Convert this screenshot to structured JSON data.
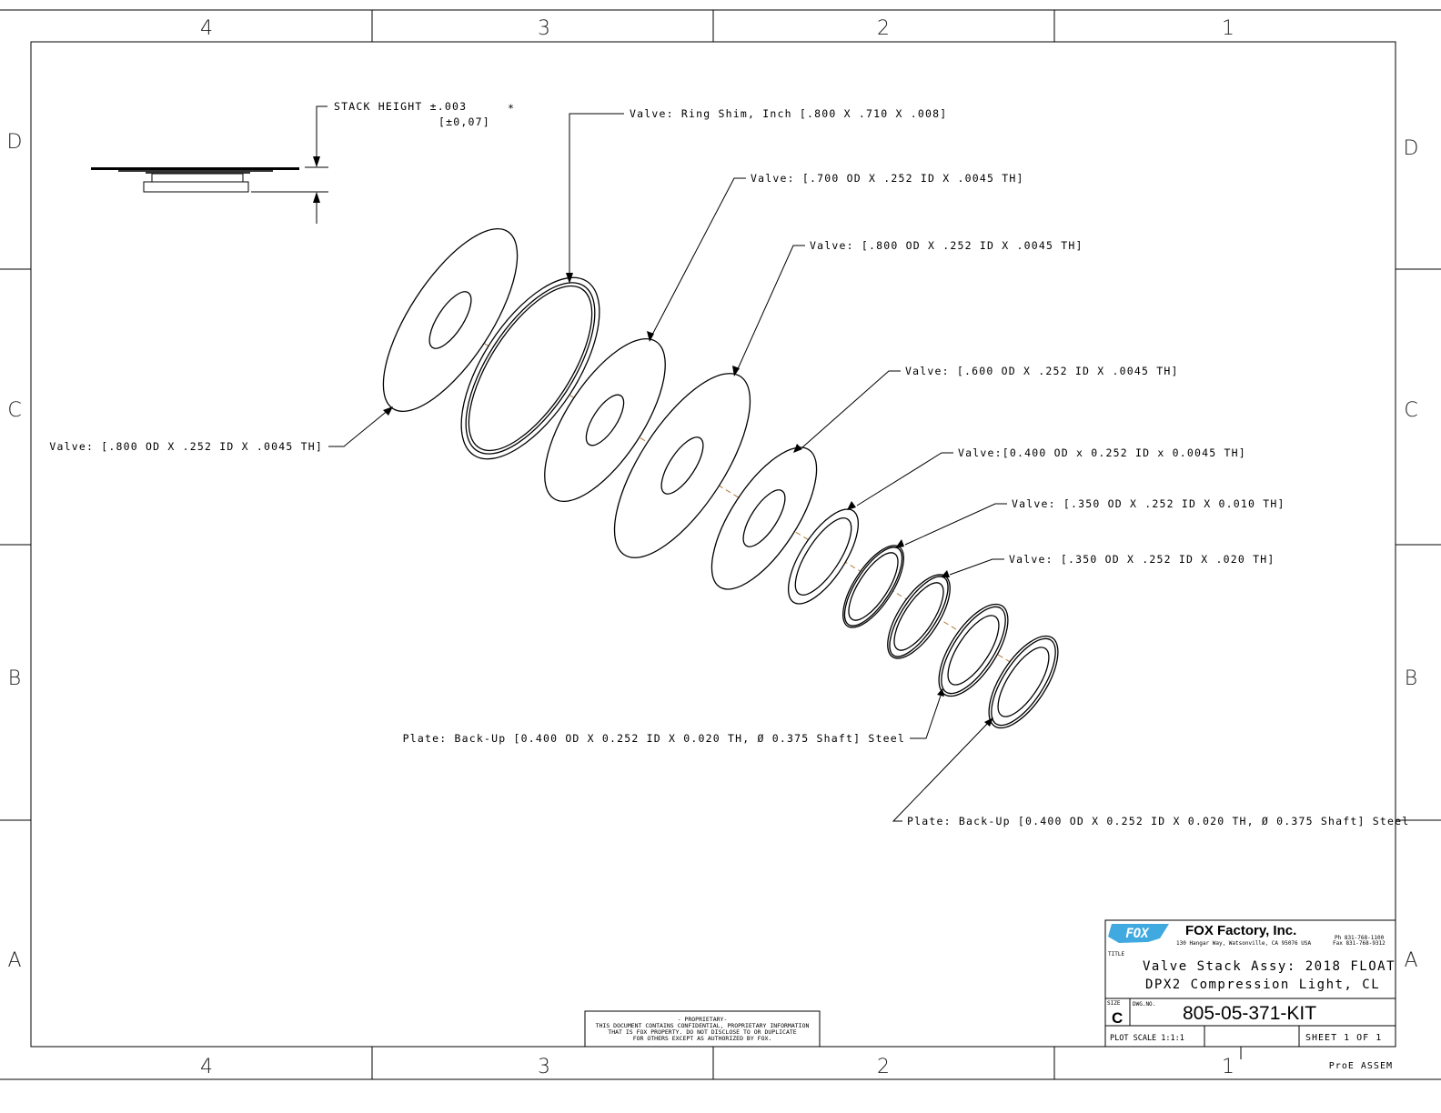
{
  "zones": {
    "columns": [
      "4",
      "3",
      "2",
      "1"
    ],
    "rows": [
      "D",
      "C",
      "B",
      "A"
    ]
  },
  "stack_height": {
    "label": "STACK HEIGHT ±.003",
    "metric": "[±0,07]",
    "note_mark": "*"
  },
  "callouts": [
    "Valve: Ring Shim, Inch [.800 X .710 X .008]",
    "Valve: [.700 OD X .252 ID X .0045 TH]",
    "Valve: [.800 OD X .252 ID X .0045 TH]",
    "Valve: [.600 OD X .252 ID X .0045 TH]",
    "Valve:[0.400 OD x 0.252 ID x 0.0045 TH]",
    "Valve: [.350 OD X .252 ID X 0.010 TH]",
    "Valve: [.350 OD X .252 ID X .020 TH]",
    "Valve: [.800 OD X .252 ID X .0045 TH]",
    "Plate: Back-Up [0.400 OD X 0.252 ID X 0.020 TH, Ø 0.375 Shaft] Steel",
    "Plate: Back-Up [0.400 OD X 0.252 ID X 0.020 TH, Ø 0.375 Shaft] Steel"
  ],
  "proprietary": [
    "- PROPRIETARY-",
    "THIS DOCUMENT CONTAINS CONFIDENTIAL, PROPRIETARY INFORMATION",
    "THAT IS FOX PROPERTY.  DO NOT DISCLOSE TO OR DUPLICATE",
    "FOR OTHERS EXCEPT AS AUTHORIZED BY FOX."
  ],
  "title_block": {
    "logo_text": "FOX",
    "company": "FOX Factory, Inc.",
    "address": "130 Hangar Way, Watsonville, CA 95076 USA",
    "phone": "Ph 831-768-1100",
    "fax": "Fax 831-768-9312",
    "title_label": "TITLE",
    "title_line1": "Valve Stack Assy: 2018 FLOAT",
    "title_line2": "DPX2 Compression Light, CL",
    "size_label": "SIZE",
    "size": "C",
    "dwg_label": "DWG.NO.",
    "dwg_no": "805-05-371-KIT",
    "plot_scale": "PLOT SCALE 1:1:1",
    "sheet": "SHEET 1 OF 1",
    "software": "ProE ASSEM"
  },
  "colors": {
    "axis_line": "#b07a3a",
    "logo": "#3fa9e0"
  }
}
